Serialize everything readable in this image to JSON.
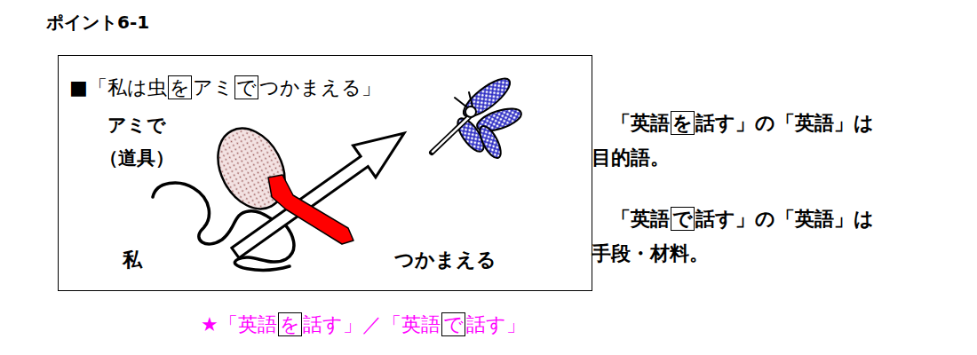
{
  "diagram": {
    "title": "ポイント6-1",
    "caption": "★「英語を話す」／「英語で話す」",
    "nodes": [
      {
        "text": [
          "■「私は虫をアミでつかまえる」",
          "アミで （道具）",
          "私",
          "つかまえる"
        ]
      }
    ],
    "labels": [
      "「英語を話す」の「英語」は 目的語。",
      "「英語で話す」の「英語」は 手段・材料。"
    ]
  }
}
